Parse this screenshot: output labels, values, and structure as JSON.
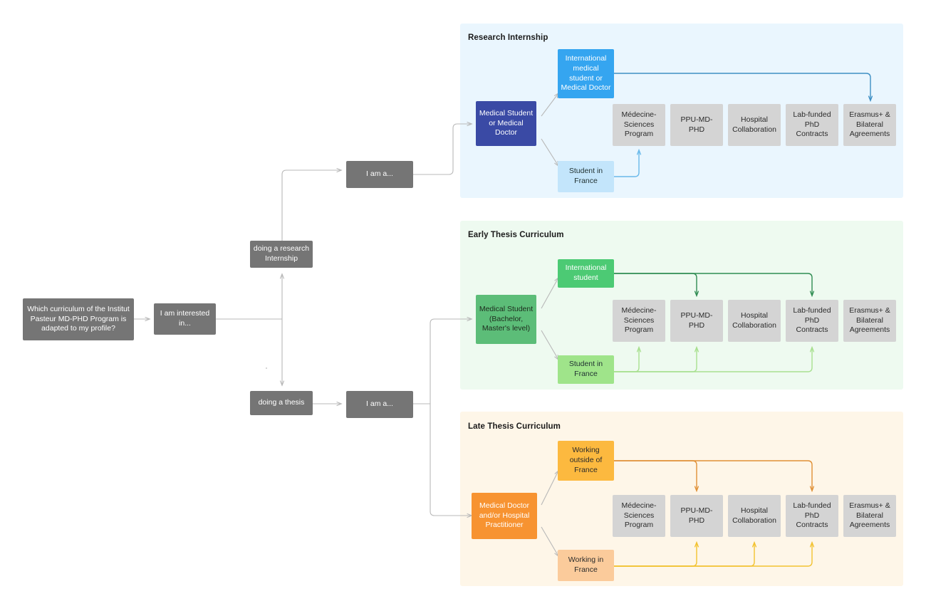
{
  "diagram": {
    "title_question": "Which curriculum of the Institut Pasteur MD-PHD Program is adapted to my profile?",
    "flow": {
      "interested_in": "I am interested in...",
      "branch_internship": "doing a research Internship",
      "branch_thesis": "doing a thesis",
      "i_am_a_top": "I am a...",
      "i_am_a_bottom": "I am a..."
    },
    "panels": [
      {
        "id": "research-internship",
        "title": "Research Internship",
        "bg": "#eaf6fe",
        "root": "Medical Student or Medical Doctor",
        "root_color": "#3a4aa5",
        "upper_branch": "International medical student or Medical Doctor",
        "upper_color": "#35a5f0",
        "lower_branch": "Student in France",
        "lower_color": "#c3e5fb",
        "outcomes": [
          "Médecine-Sciences Program",
          "PPU-MD-PHD",
          "Hospital Collaboration",
          "Lab-funded PhD Contracts",
          "Erasmus+ & Bilateral Agreements"
        ],
        "upper_targets": [
          "Erasmus+ & Bilateral Agreements"
        ],
        "lower_targets": [
          "Médecine-Sciences Program"
        ],
        "upper_edge_color": "#3e8fc4",
        "lower_edge_color": "#69b9ea"
      },
      {
        "id": "early-thesis-curriculum",
        "title": "Early Thesis Curriculum",
        "bg": "#eefaf0",
        "root": "Medical Student (Bachelor, Master's level)",
        "root_color": "#5cbd78",
        "upper_branch": "International student",
        "upper_color": "#4cca74",
        "lower_branch": "Student in France",
        "lower_color": "#9fe48a",
        "outcomes": [
          "Médecine-Sciences Program",
          "PPU-MD-PHD",
          "Hospital Collaboration",
          "Lab-funded PhD Contracts",
          "Erasmus+ & Bilateral Agreements"
        ],
        "upper_targets": [
          "PPU-MD-PHD",
          "Lab-funded PhD Contracts"
        ],
        "lower_targets": [
          "Médecine-Sciences Program",
          "PPU-MD-PHD",
          "Lab-funded PhD Contracts"
        ],
        "upper_edge_color": "#2f8c52",
        "lower_edge_color": "#a8e08f"
      },
      {
        "id": "late-thesis-curriculum",
        "title": "Late Thesis Curriculum",
        "bg": "#fef6e8",
        "root": "Medical Doctor and/or Hospital Practitioner",
        "root_color": "#f79331",
        "upper_branch": "Working outside of France",
        "upper_color": "#fcb93f",
        "lower_branch": "Working in France",
        "lower_color": "#fbcb9b",
        "outcomes": [
          "Médecine-Sciences Program",
          "PPU-MD-PHD",
          "Hospital Collaboration",
          "Lab-funded PhD Contracts",
          "Erasmus+ & Bilateral Agreements"
        ],
        "upper_targets": [
          "PPU-MD-PHD",
          "Lab-funded PhD Contracts"
        ],
        "lower_targets": [
          "PPU-MD-PHD",
          "Hospital Collaboration",
          "Lab-funded PhD Contracts"
        ],
        "upper_edge_color": "#e09036",
        "lower_edge_color": "#f2c230"
      }
    ],
    "colors": {
      "connector_gray": "#b8b8b8",
      "gray_node": "#d4d4d4",
      "question_node": "#757575"
    }
  }
}
